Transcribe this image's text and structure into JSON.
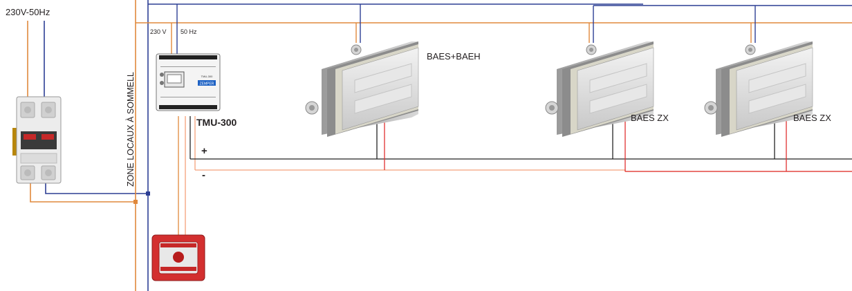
{
  "labels": {
    "supply": "230V-50Hz",
    "zone": "ZONE  LOCAUX À SOMMELL",
    "v230": "230 V",
    "hz50": "50 Hz",
    "tmu": "TMU-300",
    "baes_baeh": "BAES+BAEH",
    "baes_zx_1": "BAES ZX",
    "baes_zx_2": "BAES ZX",
    "plus": "+",
    "minus": "-"
  },
  "device_text": {
    "tmu_model": "TMU-300",
    "tmu_brand": "ZEMPER"
  },
  "colors": {
    "phase": "#e0883b",
    "neutral": "#2c3e94",
    "positive": "#222222",
    "negative": "#e03030",
    "negative_light": "#f3a07a",
    "text": "#231f20"
  }
}
